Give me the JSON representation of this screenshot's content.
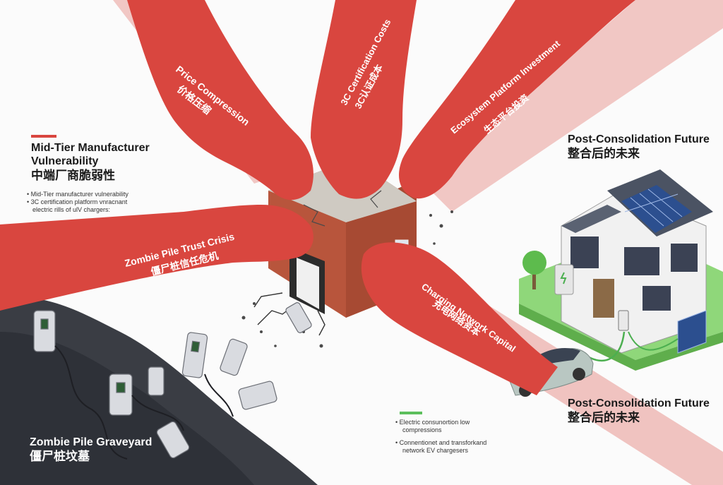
{
  "arms": [
    {
      "en": "Price Compression",
      "cn": "价格压缩"
    },
    {
      "en": "3C Certification Costs",
      "cn": "3C认证成本"
    },
    {
      "en": "Ecosystem Platform Investment",
      "cn": "生态平台投资"
    },
    {
      "en": "Zombie Pile Trust Crisis",
      "cn": "僵尸桩信任危机"
    },
    {
      "en": "Charging Network Capital",
      "cn": "充电网络资本"
    }
  ],
  "left_panel": {
    "title_line1": "Mid-Tier Manufacturer",
    "title_line2": "Vulnerability",
    "title_cn": "中端厂商脆弱性",
    "bullets": [
      "Mid-Tier manufacturer vulnerability",
      "3C certification platform vnracnant"
    ],
    "bullet_cont": "electric rills of ulV chargers:"
  },
  "right_top": {
    "title": "Post-Consolidation Future",
    "title_cn": "整合后的未来"
  },
  "right_bottom": {
    "title": "Post-Consolidation Future",
    "title_cn": "整合后的未来"
  },
  "center_bottom": {
    "bullets": [
      {
        "line1": "Electric consunortion low",
        "line2": "compressions"
      },
      {
        "line1": "Connentionet and transforkand",
        "line2": "network EV chargesers"
      }
    ]
  },
  "graveyard": {
    "title": "Zombie Pile Graveyard",
    "title_cn": "僵尸桩坟墓"
  },
  "colors": {
    "arm_red": "#d9463f",
    "bar_red": "#d9463f",
    "bar_green": "#5cbf5c",
    "rubble": "#3a3d44",
    "grass": "#7fcf6a"
  }
}
